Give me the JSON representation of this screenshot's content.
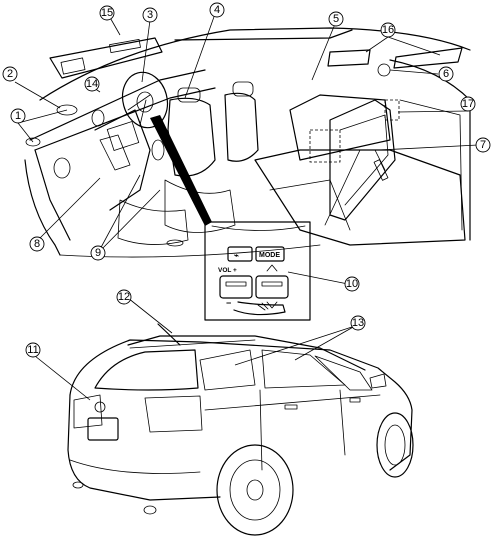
{
  "callouts": [
    {
      "id": "c1",
      "label": "1"
    },
    {
      "id": "c2",
      "label": "2"
    },
    {
      "id": "c3",
      "label": "3"
    },
    {
      "id": "c4",
      "label": "4"
    },
    {
      "id": "c5",
      "label": "5"
    },
    {
      "id": "c6",
      "label": "6"
    },
    {
      "id": "c7",
      "label": "7"
    },
    {
      "id": "c8",
      "label": "8"
    },
    {
      "id": "c9",
      "label": "9"
    },
    {
      "id": "c10",
      "label": "10"
    },
    {
      "id": "c11",
      "label": "11"
    },
    {
      "id": "c12",
      "label": "12"
    },
    {
      "id": "c13",
      "label": "13"
    },
    {
      "id": "c14",
      "label": "14"
    },
    {
      "id": "c15",
      "label": "15"
    },
    {
      "id": "c16",
      "label": "16"
    },
    {
      "id": "c17",
      "label": "17"
    }
  ],
  "switch_panel": {
    "mode_label": "MODE",
    "vol_label": "VOL +",
    "minus_label": "−"
  }
}
